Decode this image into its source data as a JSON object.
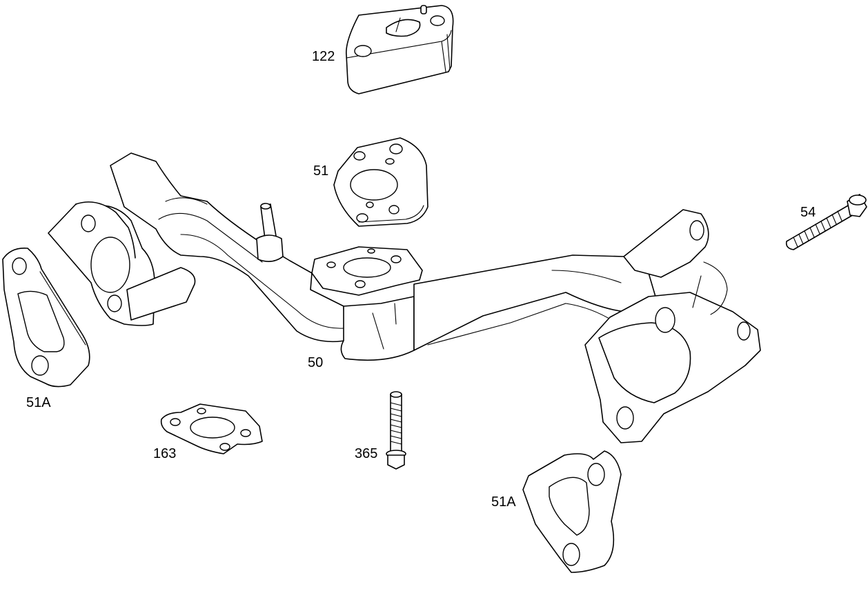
{
  "callouts": {
    "spacer": "122",
    "gasket_carb": "51",
    "bolt_long": "54",
    "manifold": "50",
    "gasket_left": "51A",
    "gasket_small": "163",
    "bolt_short": "365",
    "gasket_right": "51A"
  },
  "colors": {
    "line": "#000000",
    "background": "#ffffff"
  }
}
